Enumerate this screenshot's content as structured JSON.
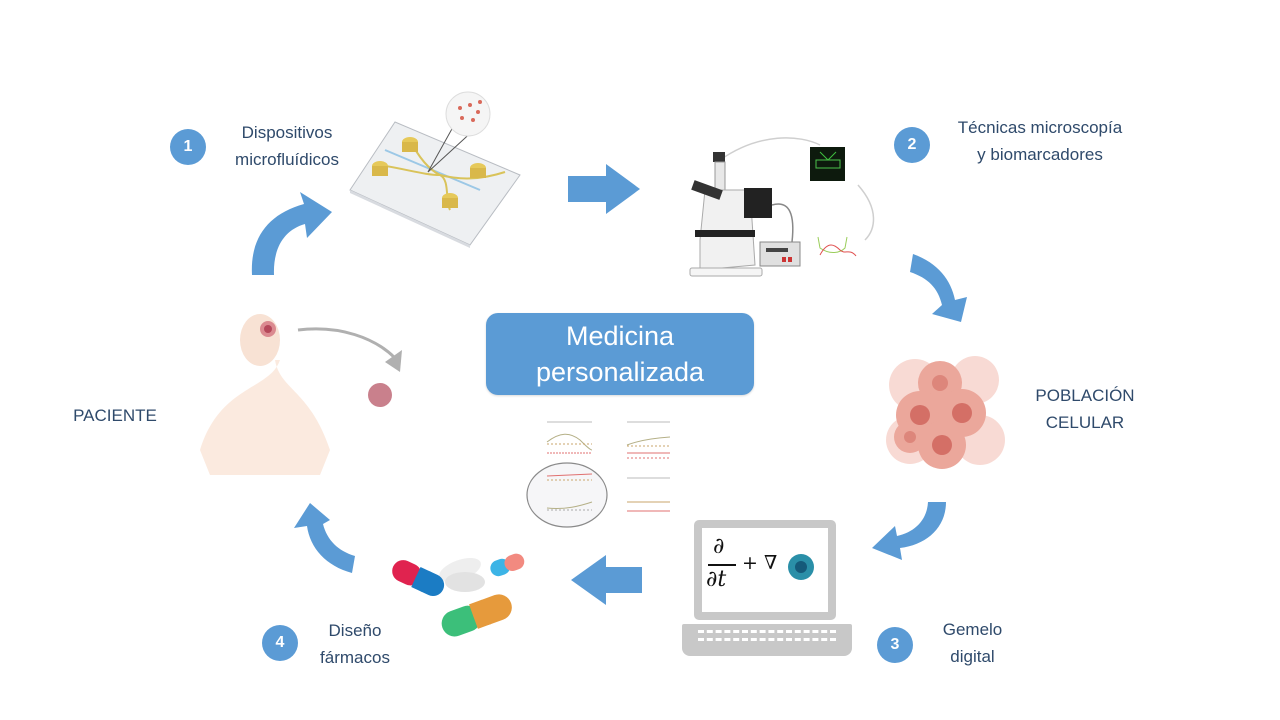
{
  "center": {
    "line1": "Medicina",
    "line2": "personalizada"
  },
  "steps": [
    {
      "number": "1",
      "line1": "Dispositivos",
      "line2": "microfluídicos"
    },
    {
      "number": "2",
      "line1": "Técnicas microscopía",
      "line2": "y biomarcadores"
    },
    {
      "number": "3",
      "line1": "Gemelo",
      "line2": "digital"
    },
    {
      "number": "4",
      "line1": "Diseño",
      "line2": "fármacos"
    }
  ],
  "nodes": {
    "patient": "PACIENTE",
    "cells": {
      "line1": "POBLACIÓN",
      "line2": "CELULAR"
    }
  },
  "equation": {
    "partial": "∂",
    "dt": "∂t",
    "plus_nabla": "+ ∇"
  },
  "colors": {
    "accent": "#5b9bd5",
    "text": "#2f4a6b"
  }
}
